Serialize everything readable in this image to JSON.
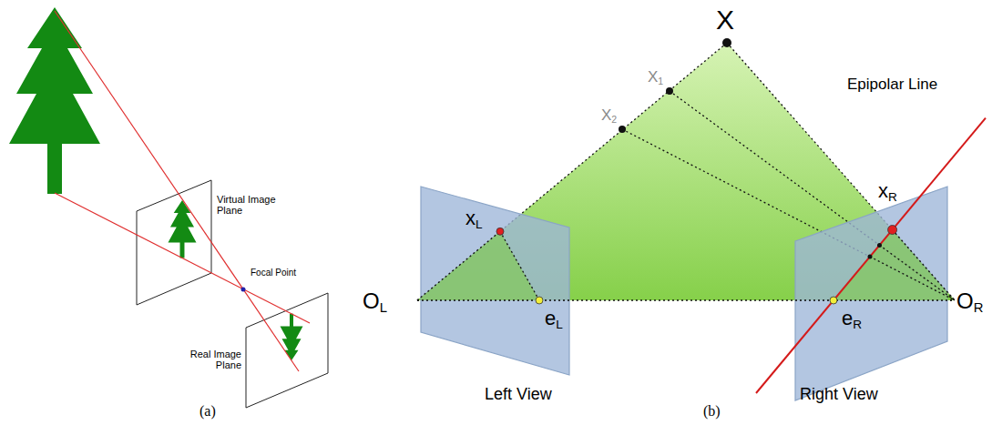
{
  "diagram": {
    "labels": [
      "Virtual Image Plane",
      "Focal Point",
      "Real Image Plane",
      "(a)",
      "X",
      "X1",
      "X2",
      "Epipolar Line",
      "xL",
      "xR",
      "OL",
      "eL",
      "eR",
      "OR",
      "Left View",
      "Right View",
      "(b)"
    ]
  }
}
